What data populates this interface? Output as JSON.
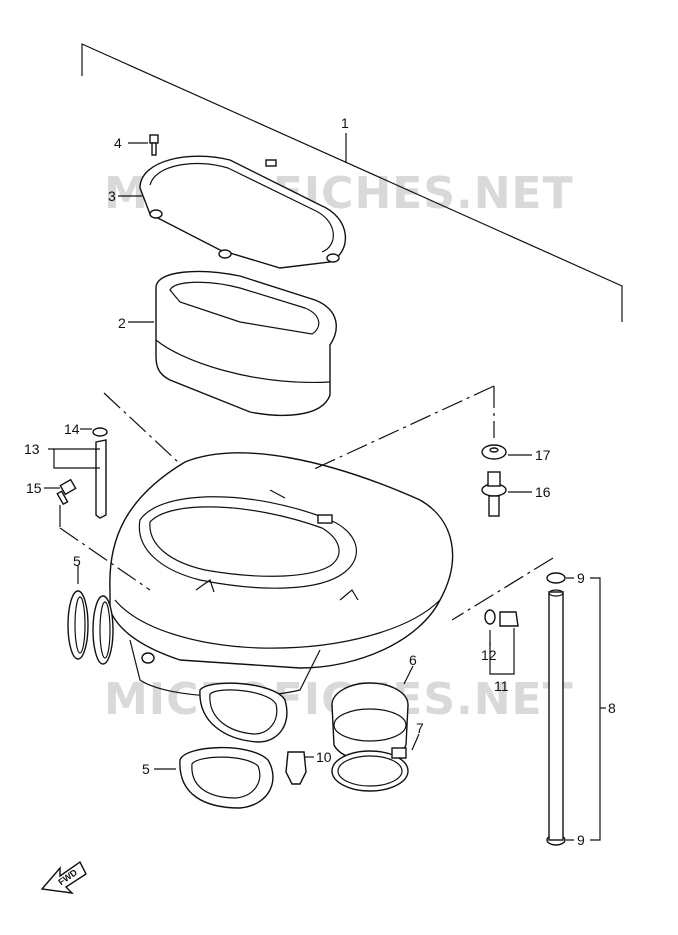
{
  "watermark": {
    "text": "MICROFICHES.NET"
  },
  "callouts": {
    "c1": "1",
    "c2": "2",
    "c3": "3",
    "c4": "4",
    "c5a": "5",
    "c5b": "5",
    "c6": "6",
    "c7": "7",
    "c8": "8",
    "c9a": "9",
    "c9b": "9",
    "c10": "10",
    "c11": "11",
    "c12": "12",
    "c13": "13",
    "c14": "14",
    "c15": "15",
    "c16": "16",
    "c17": "17"
  },
  "direction_arrow": {
    "text": "FWD"
  }
}
